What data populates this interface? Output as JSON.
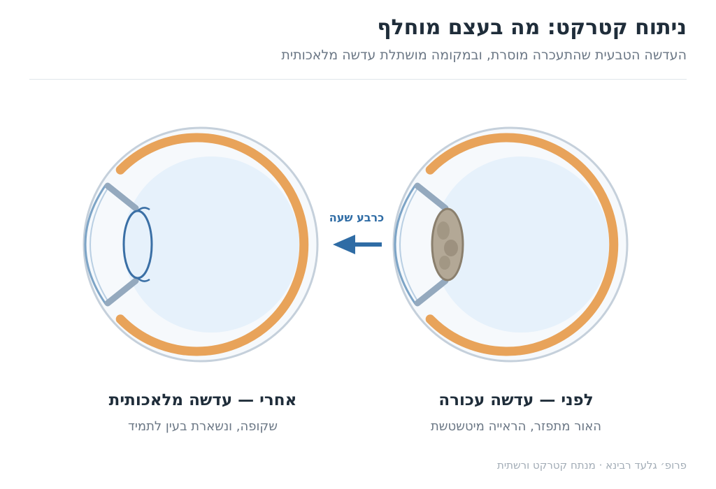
{
  "header": {
    "title": "ניתוח קטרקט: מה בעצם מוחלף",
    "subtitle": "העדשה הטבעית שהתעכרה מוסרת, ובמקומה מושתלת עדשה מלאכותית"
  },
  "before": {
    "heading": "לפני — עדשה עכורה",
    "description": "האור מתפזר, הראייה מיטשטשת"
  },
  "after": {
    "heading": "אחרי — עדשה מלאכותית",
    "description": "שקופה, ונשארת בעין לתמיד"
  },
  "arrow": {
    "label": "כרבע שעה"
  },
  "footer": {
    "credit": "פרופ׳ גלעד רבינא · מנתח קטרקט ורשתית"
  },
  "colors": {
    "sclera_ring": "#e8a35a",
    "eye_outline": "#c5d0db",
    "eye_fill": "#f6f9fc",
    "inner_fill": "#e6f1fb",
    "cornea": "#7da4c6",
    "iris": "#94a9be",
    "cloudy_lens": "#b3a896",
    "artificial_lens": "#3a6fa5",
    "arrow": "#2f6ca5"
  }
}
